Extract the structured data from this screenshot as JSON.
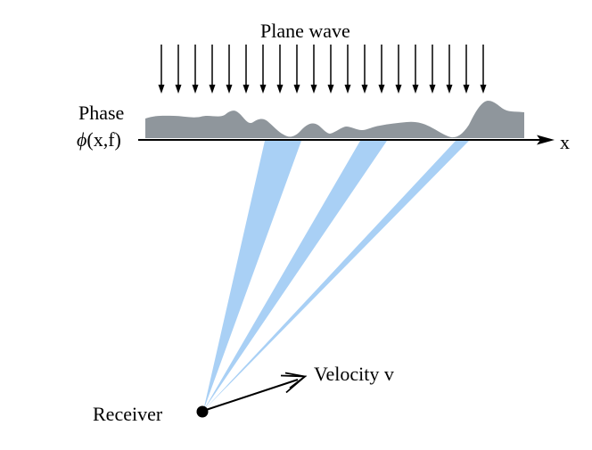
{
  "title": "Plane wave",
  "phase": {
    "label": "Phase",
    "function_symbol": "ϕ",
    "function_args": "(x,f)"
  },
  "axis_label": "x",
  "velocity_label": "Velocity v",
  "receiver_label": "Receiver",
  "incident_arrow_count": 20,
  "ray_count": 3,
  "colors": {
    "phase_fill": "#8f969c",
    "ray_fill": "#a9d0f5",
    "ink": "#000000"
  }
}
